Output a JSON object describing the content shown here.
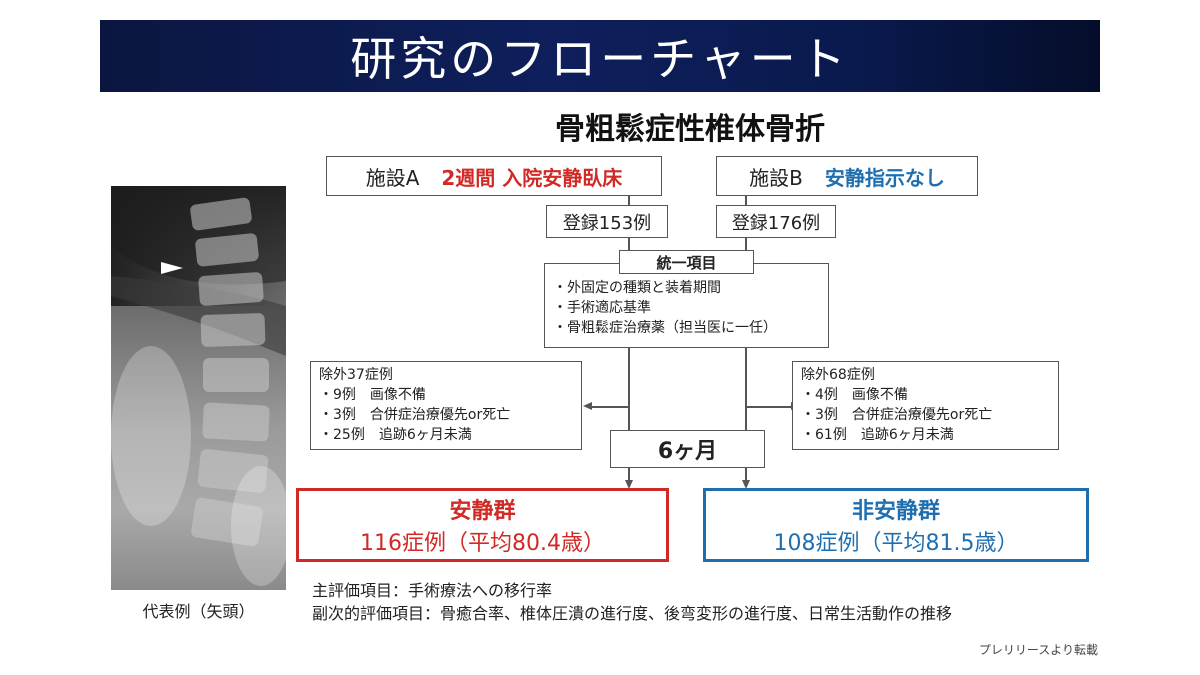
{
  "header": {
    "title": "研究のフローチャート"
  },
  "main_title": "骨粗鬆症性椎体骨折",
  "facility_a": {
    "name": "施設A",
    "intervention": "2週間 入院安静臥床",
    "registered": "登録153例"
  },
  "facility_b": {
    "name": "施設B",
    "intervention": "安静指示なし",
    "registered": "登録176例"
  },
  "unified": {
    "title": "統一項目",
    "items": [
      "・外固定の種類と装着期間",
      "・手術適応基準",
      "・骨粗鬆症治療薬（担当医に一任）"
    ]
  },
  "exclusion_a": {
    "title": "除外37症例",
    "items": [
      "・9例　画像不備",
      "・3例　合併症治療優先or死亡",
      "・25例　追跡6ヶ月未満"
    ]
  },
  "exclusion_b": {
    "title": "除外68症例",
    "items": [
      "・4例　画像不備",
      "・3例　合併症治療優先or死亡",
      "・61例　追跡6ヶ月未満"
    ]
  },
  "followup": "6ヶ月",
  "group_rest": {
    "name": "安静群",
    "detail": "116症例（平均80.4歳）"
  },
  "group_nonrest": {
    "name": "非安静群",
    "detail": "108症例（平均81.5歳）"
  },
  "xray_caption": "代表例（矢頭）",
  "endpoints": {
    "primary": "主評価項目：手術療法への移行率",
    "secondary": "副次的評価項目：骨癒合率、椎体圧潰の進行度、後弯変形の進行度、日常生活動作の推移"
  },
  "source": "プレリリースより転載",
  "colors": {
    "banner": "#0e1f5c",
    "rest": "#d12a26",
    "nonrest": "#1f6fb0"
  }
}
